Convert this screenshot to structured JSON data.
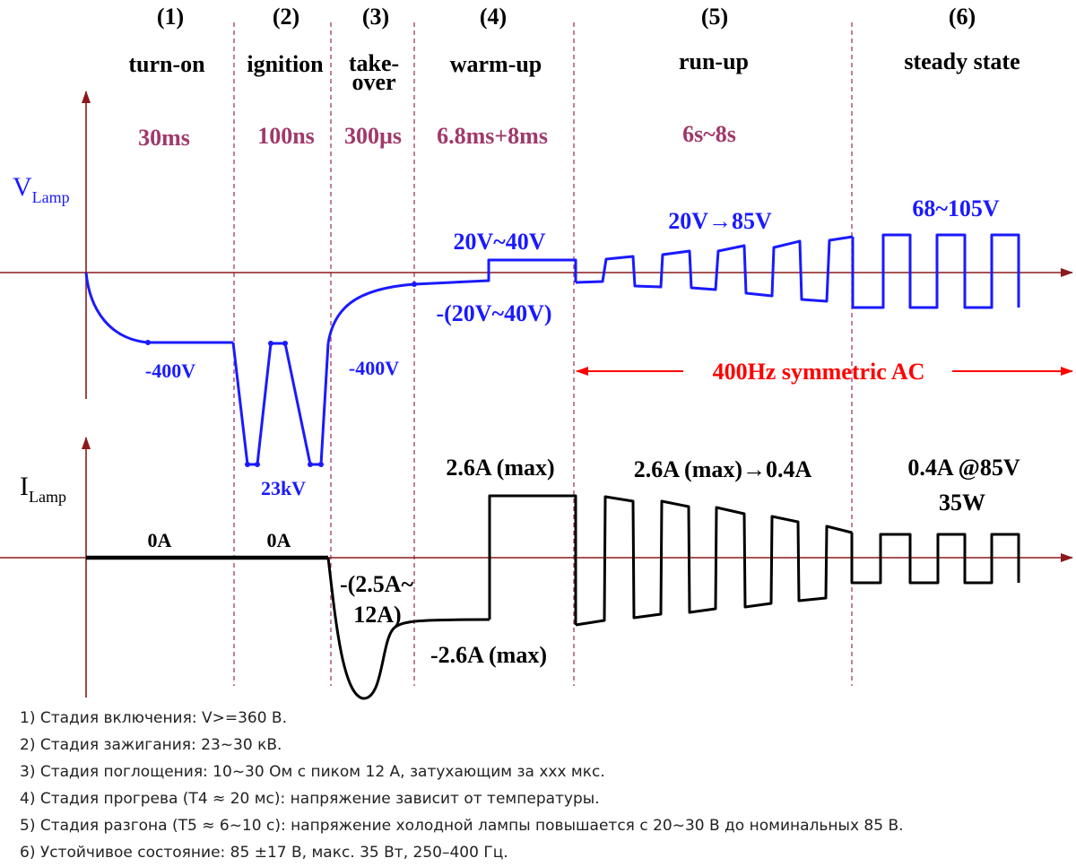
{
  "colors": {
    "axis": "#8b1a1a",
    "voltage": "#1a1aff",
    "current": "#000000",
    "duration": "#a0396a",
    "ac_label": "#ff0000",
    "divider": "#a0396a",
    "stage_text": "#000000"
  },
  "stages": [
    {
      "number": "(1)",
      "name": "turn-on",
      "duration": "30ms"
    },
    {
      "number": "(2)",
      "name": "ignition",
      "duration": "100ns"
    },
    {
      "number": "(3)",
      "name_lines": [
        "take-",
        "over"
      ],
      "duration": "300µs"
    },
    {
      "number": "(4)",
      "name": "warm-up",
      "duration": "6.8ms+8ms"
    },
    {
      "number": "(5)",
      "name": "run-up",
      "duration": "6s~8s"
    },
    {
      "number": "(6)",
      "name": "steady state",
      "duration": ""
    }
  ],
  "voltage": {
    "axis_label": "V",
    "axis_label_sub": "Lamp",
    "labels": {
      "turn_on": "-400V",
      "ignition": "23kV",
      "takeover": "-400V",
      "warmup_pos": "20V~40V",
      "warmup_neg": "-(20V~40V)",
      "runup": "20V→85V",
      "steady": "68~105V"
    }
  },
  "ac_annotation": "400Hz symmetric AC",
  "current": {
    "axis_label": "I",
    "axis_label_sub": "Lamp",
    "labels": {
      "turn_on": "0A",
      "ignition": "0A",
      "takeover_line1": "-(2.5A~",
      "takeover_line2": "12A)",
      "warmup_pos": "2.6A (max)",
      "warmup_neg": "-2.6A (max)",
      "runup": "2.6A (max)→0.4A",
      "steady_line1": "0.4A @85V",
      "steady_line2": "35W"
    }
  },
  "notes": [
    "1) Стадия включения: V>=360 В.",
    "2) Стадия зажигания: 23~30 кВ.",
    "3) Стадия поглощения: 10~30 Ом с пиком 12 А, затухающим за xxx мкс.",
    "4) Стадия прогрева (T4 ≈ 20 мс): напряжение зависит от температуры.",
    "5) Стадия разгона (T5 ≈ 6~10 с): напряжение холодной лампы повышается с 20~30 В до номинальных 85 В.",
    "6) Устойчивое состояние: 85 ±17 В, макс. 35 Вт, 250–400 Гц."
  ]
}
